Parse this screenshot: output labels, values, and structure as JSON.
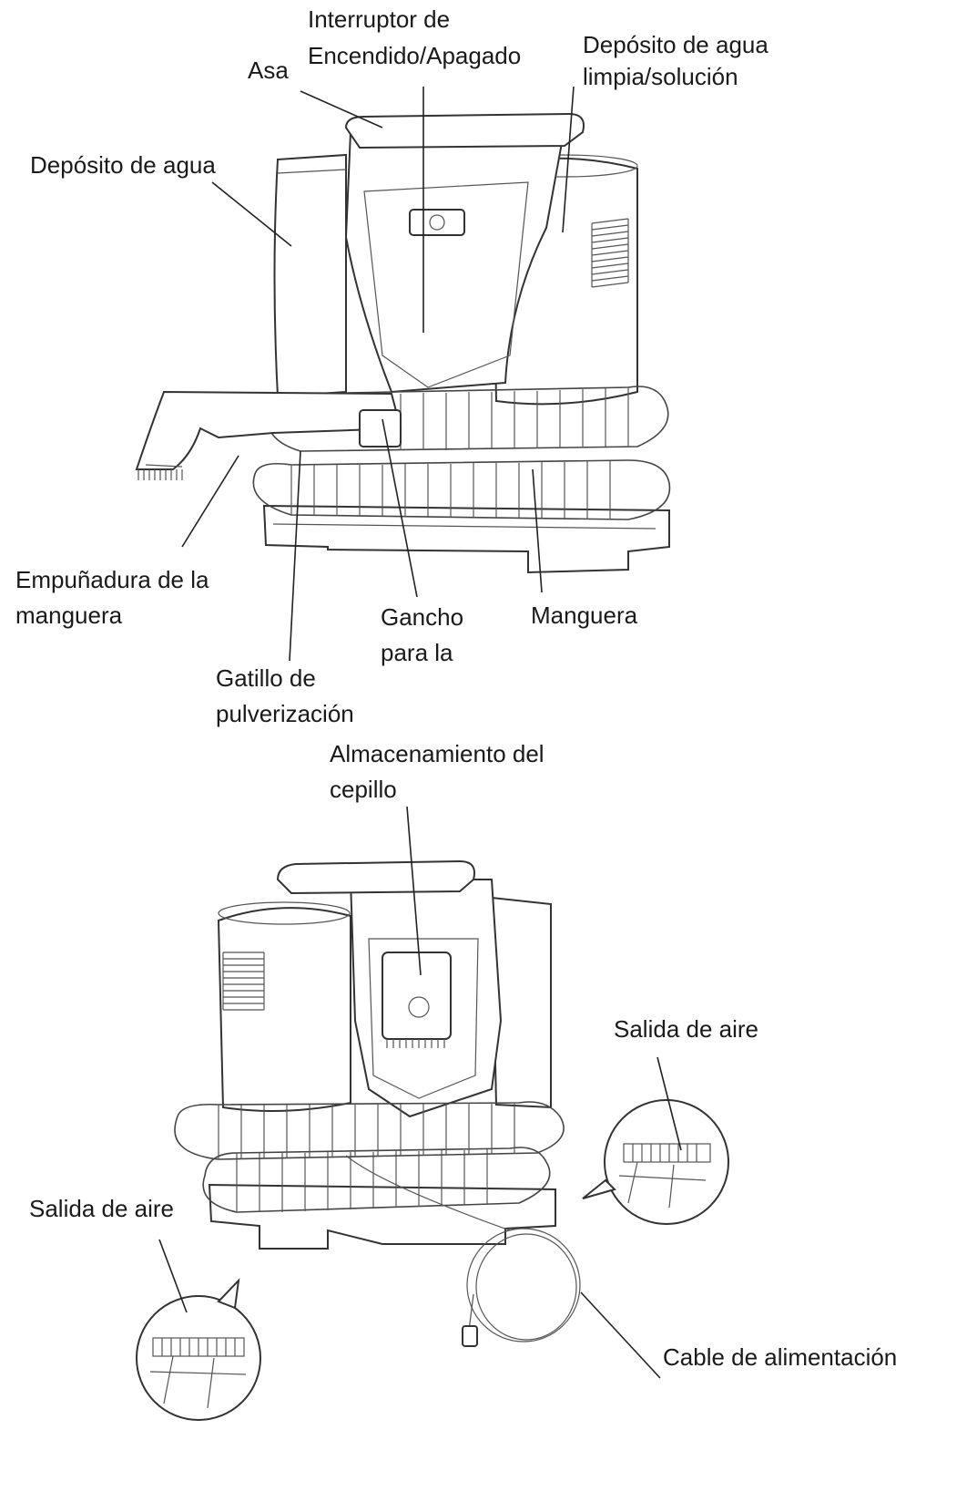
{
  "labels": {
    "interruptor": [
      "Interruptor de",
      "Encendido/Apagado"
    ],
    "asa": "Asa",
    "deposito_limpia": [
      "Depósito de agua",
      "limpia/solución"
    ],
    "deposito_agua": "Depósito de agua",
    "empunadura": [
      "Empuñadura de la",
      "manguera"
    ],
    "gancho": [
      "Gancho",
      "para la"
    ],
    "manguera": "Manguera",
    "gatillo": [
      "Gatillo de",
      "pulverización"
    ],
    "almacenamiento": [
      "Almacenamiento del",
      "cepillo"
    ],
    "salida_aire_right": "Salida de aire",
    "salida_aire_left": "Salida de aire",
    "cable": "Cable de alimentación"
  }
}
